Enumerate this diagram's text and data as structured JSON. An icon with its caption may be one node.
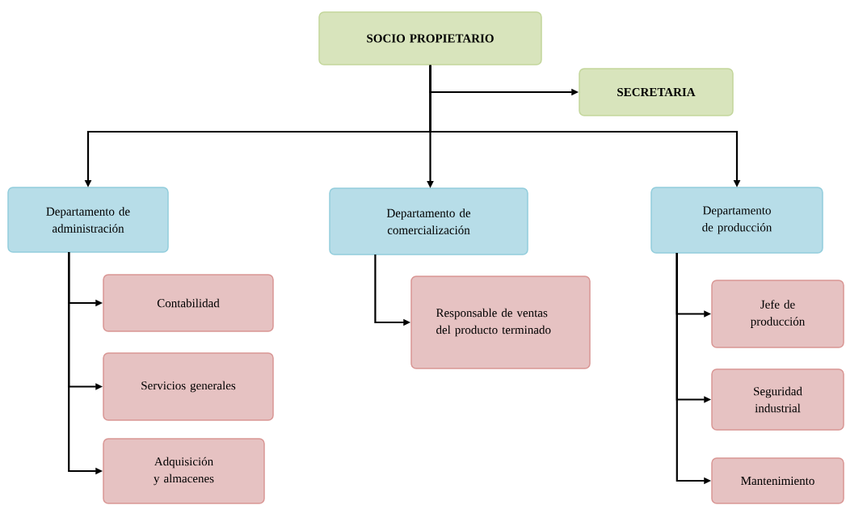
{
  "diagram": {
    "nodes": [
      {
        "text": [
          "SOCIO PROPIETARIO"
        ]
      },
      {
        "text": [
          "SECRETARIA"
        ]
      },
      {
        "text": [
          "Departamento de administración"
        ]
      },
      {
        "text": [
          "Departamento de comercialización"
        ]
      },
      {
        "text": [
          "Departamento de producción"
        ]
      },
      {
        "text": [
          "Contabilidad"
        ]
      },
      {
        "text": [
          "Servicios generales"
        ]
      },
      {
        "text": [
          "Adquisición y almacenes"
        ]
      },
      {
        "text": [
          "Responsable de ventas del producto terminado"
        ]
      },
      {
        "text": [
          "Jefe de producción"
        ]
      },
      {
        "text": [
          "Seguridad industrial"
        ]
      },
      {
        "text": [
          "Mantenimiento"
        ]
      }
    ],
    "edges": [
      {
        "from": 0,
        "to": 1,
        "arrow": "to"
      },
      {
        "from": 0,
        "to": 2,
        "arrow": "to"
      },
      {
        "from": 0,
        "to": 3,
        "arrow": "to"
      },
      {
        "from": 0,
        "to": 4,
        "arrow": "to"
      },
      {
        "from": 2,
        "to": 5,
        "arrow": "to"
      },
      {
        "from": 2,
        "to": 6,
        "arrow": "to"
      },
      {
        "from": 2,
        "to": 7,
        "arrow": "to"
      },
      {
        "from": 3,
        "to": 8,
        "arrow": "to"
      },
      {
        "from": 4,
        "to": 9,
        "arrow": "to"
      },
      {
        "from": 4,
        "to": 10,
        "arrow": "to"
      },
      {
        "from": 4,
        "to": 11,
        "arrow": "to"
      }
    ]
  }
}
